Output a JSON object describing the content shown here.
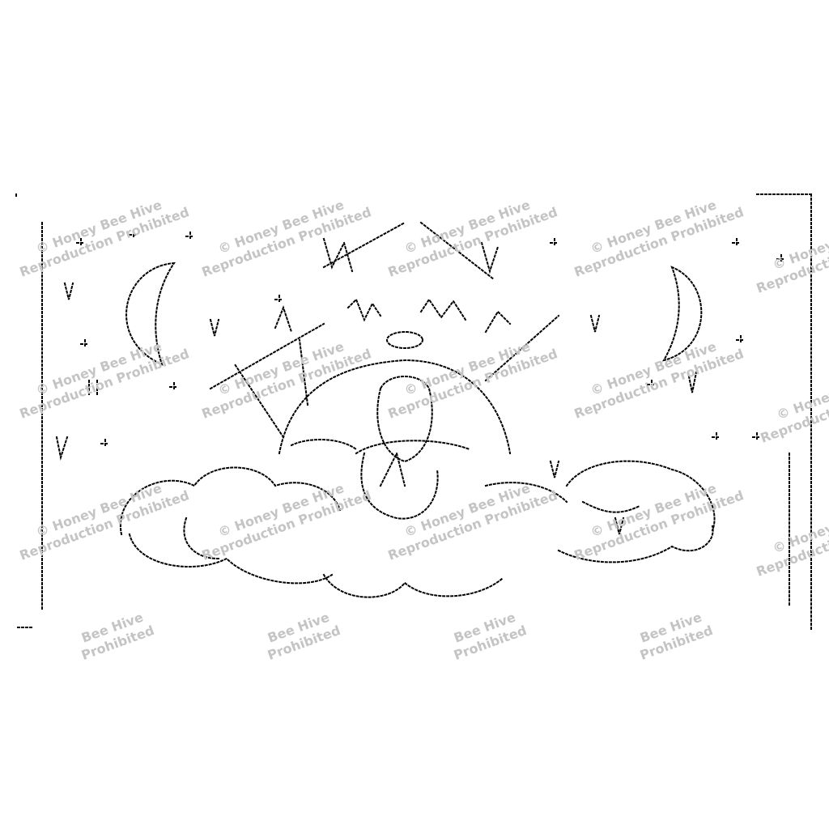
{
  "watermark": {
    "line1": "© Honey Bee Hive",
    "line2": "Reproduction Prohibited",
    "partial_line1": "Bee Hive",
    "partial_line2": "Prohibited",
    "color": "#c4c4c4"
  },
  "artwork": {
    "subject": "pattern chart: angel with sun, moon, clouds and stars",
    "ink_color": "#000000",
    "background": "#ffffff"
  }
}
